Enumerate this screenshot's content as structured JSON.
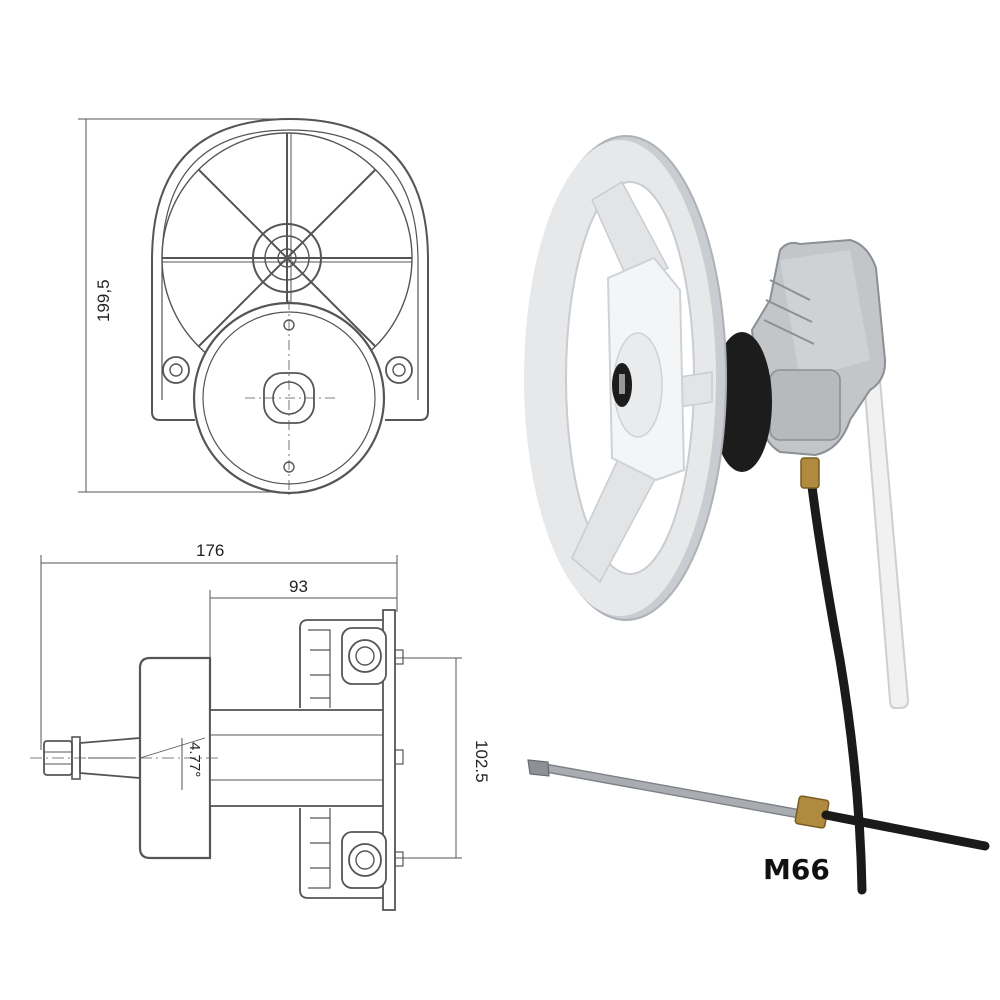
{
  "dimensions": {
    "height": "199,5",
    "overall_length": "176",
    "mount_length": "93",
    "mount_height": "102.5",
    "tilt_angle": "4.77°"
  },
  "caption": {
    "model": "M66"
  },
  "colors": {
    "line": "#555555",
    "wheel": "#e6e8ea",
    "wheel_shade": "#c9ccd0",
    "hub": "#f4f5f6",
    "bezel": "#1c1c1c",
    "housing": "#c3c6c9",
    "housing_dark": "#8c9094",
    "cable": "#1a1a1a",
    "tube": "#f2f2f2",
    "brass": "#b08a3e",
    "rod": "#a9adb1"
  }
}
